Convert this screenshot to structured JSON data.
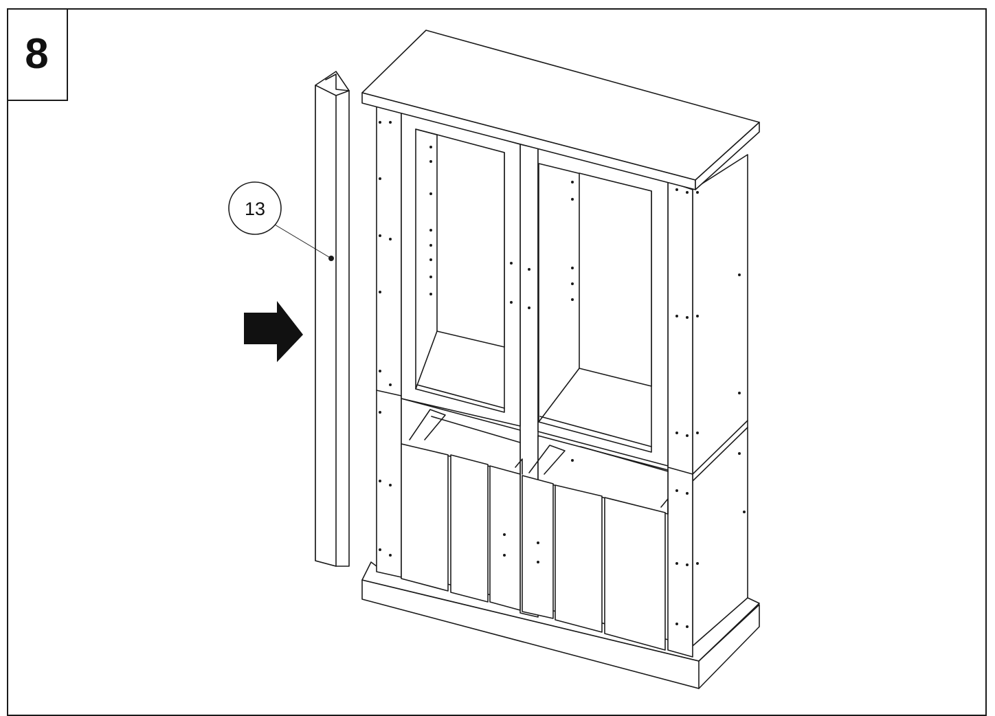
{
  "step": {
    "number": "8"
  },
  "callouts": [
    {
      "label": "13",
      "part": "side-trim-strip"
    }
  ],
  "icons": {
    "direction": "arrow-right-icon"
  },
  "colors": {
    "line": "#1a1a1a",
    "background": "#ffffff"
  }
}
